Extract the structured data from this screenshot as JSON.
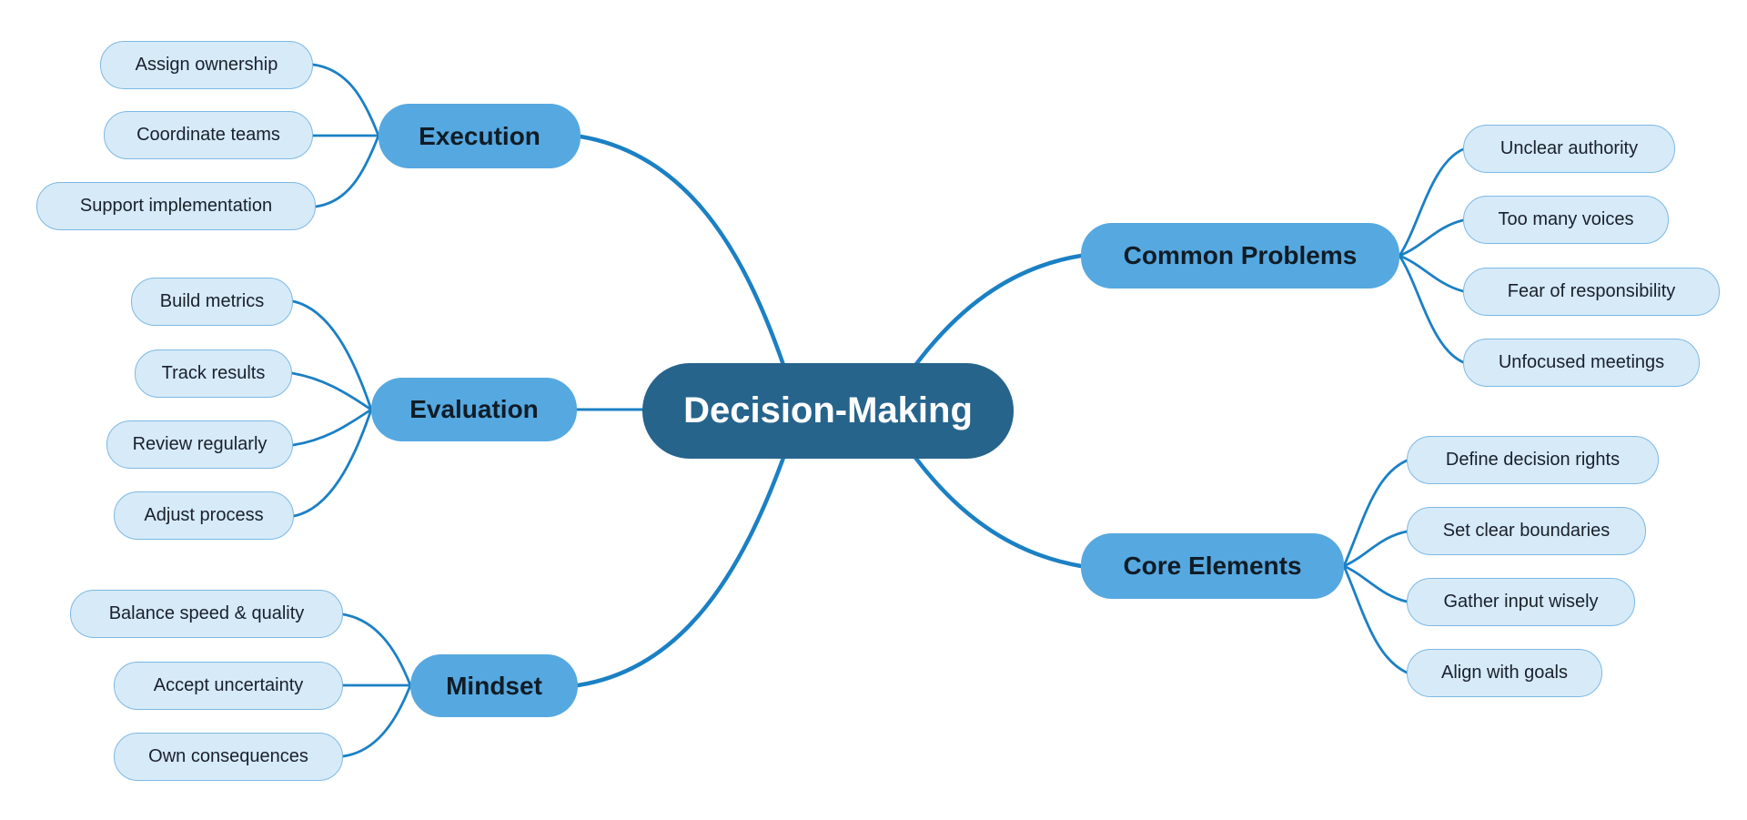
{
  "mindmap": {
    "root": {
      "label": "Decision-Making"
    },
    "branches": [
      {
        "label": "Execution",
        "children": [
          "Assign ownership",
          "Coordinate teams",
          "Support implementation"
        ]
      },
      {
        "label": "Evaluation",
        "children": [
          "Build metrics",
          "Track results",
          "Review regularly",
          "Adjust process"
        ]
      },
      {
        "label": "Mindset",
        "children": [
          "Balance speed & quality",
          "Accept uncertainty",
          "Own consequences"
        ]
      },
      {
        "label": "Common Problems",
        "children": [
          "Unclear authority",
          "Too many voices",
          "Fear of responsibility",
          "Unfocused meetings"
        ]
      },
      {
        "label": "Core Elements",
        "children": [
          "Define decision rights",
          "Set clear boundaries",
          "Gather input wisely",
          "Align with goals"
        ]
      }
    ],
    "colors": {
      "center_fill": "#26648C",
      "center_text": "#FFFFFF",
      "branch_fill": "#56A8E0",
      "leaf_fill": "#D6EAF8",
      "leaf_border": "#7EB9E3",
      "node_text": "#1A202C",
      "edge": "#1B80C4",
      "background": "#FFFFFF"
    }
  }
}
